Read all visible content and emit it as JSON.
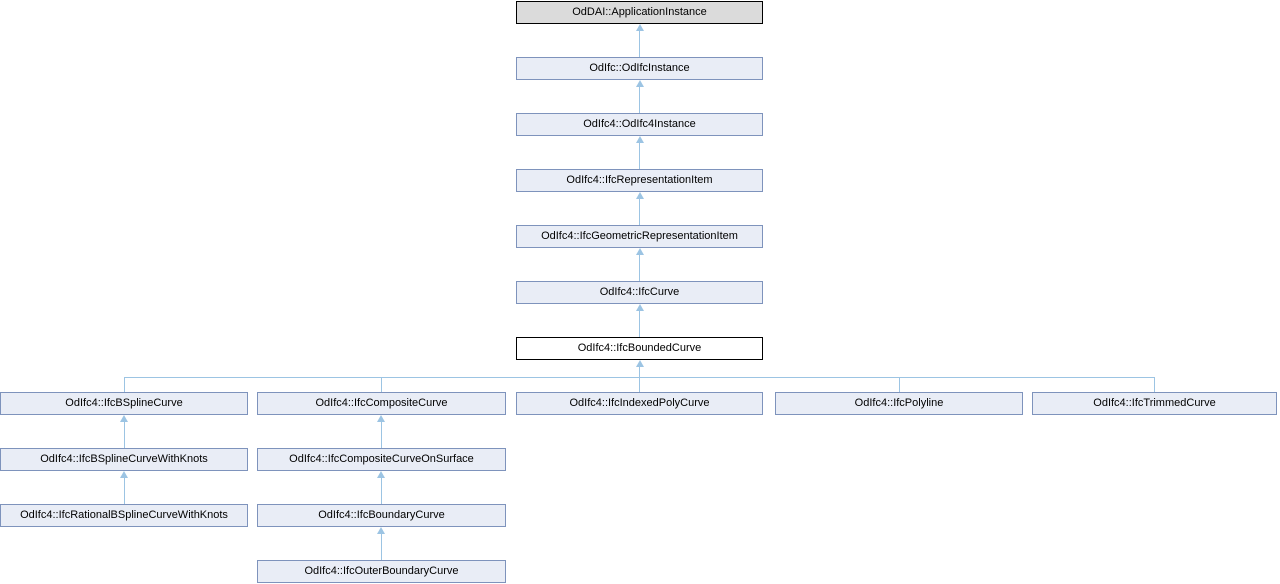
{
  "diagram": {
    "kind": "class-inheritance-diagram",
    "nodes": [
      {
        "label": "OdDAI::ApplicationInstance",
        "style": "root"
      },
      {
        "label": "OdIfc::OdIfcInstance",
        "style": "default"
      },
      {
        "label": "OdIfc4::OdIfc4Instance",
        "style": "default"
      },
      {
        "label": "OdIfc4::IfcRepresentationItem",
        "style": "default"
      },
      {
        "label": "OdIfc4::IfcGeometricRepresentationItem",
        "style": "default"
      },
      {
        "label": "OdIfc4::IfcCurve",
        "style": "default"
      },
      {
        "label": "OdIfc4::IfcBoundedCurve",
        "style": "current"
      },
      {
        "label": "OdIfc4::IfcBSplineCurve",
        "style": "default"
      },
      {
        "label": "OdIfc4::IfcCompositeCurve",
        "style": "default"
      },
      {
        "label": "OdIfc4::IfcIndexedPolyCurve",
        "style": "default"
      },
      {
        "label": "OdIfc4::IfcPolyline",
        "style": "default"
      },
      {
        "label": "OdIfc4::IfcTrimmedCurve",
        "style": "default"
      },
      {
        "label": "OdIfc4::IfcBSplineCurveWithKnots",
        "style": "default"
      },
      {
        "label": "OdIfc4::IfcCompositeCurveOnSurface",
        "style": "default"
      },
      {
        "label": "OdIfc4::IfcRationalBSplineCurveWithKnots",
        "style": "default"
      },
      {
        "label": "OdIfc4::IfcBoundaryCurve",
        "style": "default"
      },
      {
        "label": "OdIfc4::IfcOuterBoundaryCurve",
        "style": "default"
      }
    ],
    "relations": [
      {
        "derived": "OdIfc::OdIfcInstance",
        "base": "OdDAI::ApplicationInstance"
      },
      {
        "derived": "OdIfc4::OdIfc4Instance",
        "base": "OdIfc::OdIfcInstance"
      },
      {
        "derived": "OdIfc4::IfcRepresentationItem",
        "base": "OdIfc4::OdIfc4Instance"
      },
      {
        "derived": "OdIfc4::IfcGeometricRepresentationItem",
        "base": "OdIfc4::IfcRepresentationItem"
      },
      {
        "derived": "OdIfc4::IfcCurve",
        "base": "OdIfc4::IfcGeometricRepresentationItem"
      },
      {
        "derived": "OdIfc4::IfcBoundedCurve",
        "base": "OdIfc4::IfcCurve"
      },
      {
        "derived": "OdIfc4::IfcBSplineCurve",
        "base": "OdIfc4::IfcBoundedCurve"
      },
      {
        "derived": "OdIfc4::IfcCompositeCurve",
        "base": "OdIfc4::IfcBoundedCurve"
      },
      {
        "derived": "OdIfc4::IfcIndexedPolyCurve",
        "base": "OdIfc4::IfcBoundedCurve"
      },
      {
        "derived": "OdIfc4::IfcPolyline",
        "base": "OdIfc4::IfcBoundedCurve"
      },
      {
        "derived": "OdIfc4::IfcTrimmedCurve",
        "base": "OdIfc4::IfcBoundedCurve"
      },
      {
        "derived": "OdIfc4::IfcBSplineCurveWithKnots",
        "base": "OdIfc4::IfcBSplineCurve"
      },
      {
        "derived": "OdIfc4::IfcRationalBSplineCurveWithKnots",
        "base": "OdIfc4::IfcBSplineCurveWithKnots"
      },
      {
        "derived": "OdIfc4::IfcCompositeCurveOnSurface",
        "base": "OdIfc4::IfcCompositeCurve"
      },
      {
        "derived": "OdIfc4::IfcBoundaryCurve",
        "base": "OdIfc4::IfcCompositeCurveOnSurface"
      },
      {
        "derived": "OdIfc4::IfcOuterBoundaryCurve",
        "base": "OdIfc4::IfcBoundaryCurve"
      }
    ]
  },
  "colors": {
    "node_fill": "#E9EDF6",
    "node_border": "#7E93BC",
    "root_fill": "#DBDBDB",
    "root_border": "#000000",
    "current_fill": "#FFFFFF",
    "current_border": "#000000",
    "edge": "#9CC4E3"
  }
}
